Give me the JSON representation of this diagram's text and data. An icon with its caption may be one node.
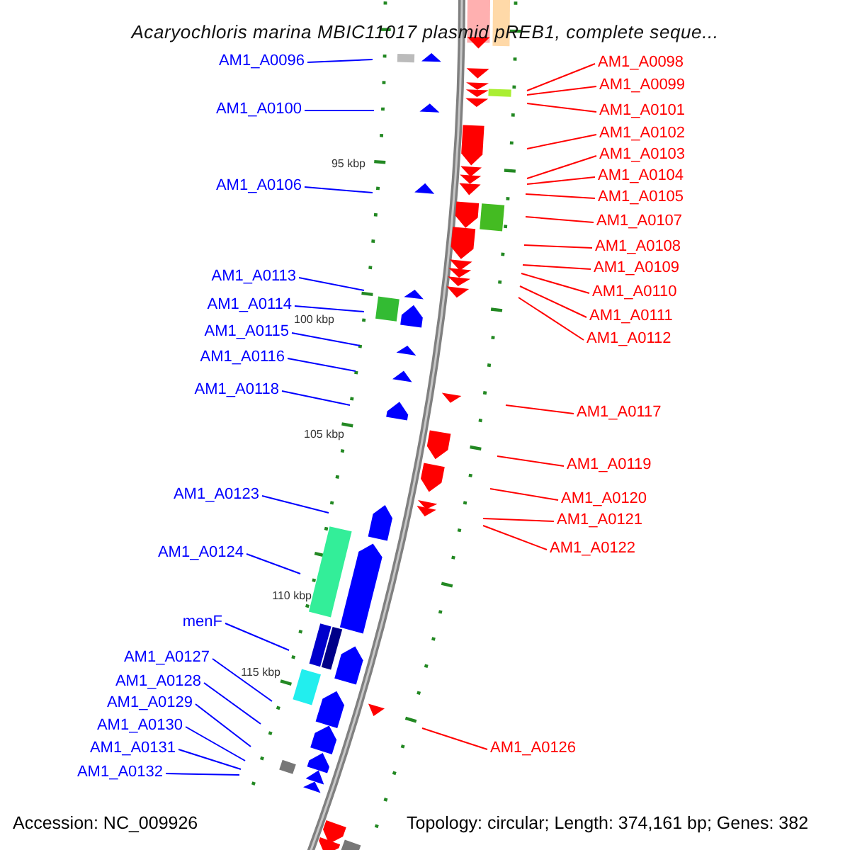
{
  "diagram": {
    "title": "Acaryochloris marina MBIC11017 plasmid pREB1, complete seque...",
    "nodes": [
      {
        "text": [
          "AM1_A0096"
        ]
      },
      {
        "text": [
          "AM1_A0098"
        ]
      },
      {
        "text": [
          "AM1_A0099"
        ]
      },
      {
        "text": [
          "AM1_A0100"
        ]
      },
      {
        "text": [
          "AM1_A0101"
        ]
      },
      {
        "text": [
          "AM1_A0102"
        ]
      },
      {
        "text": [
          "AM1_A0103"
        ]
      },
      {
        "text": [
          "AM1_A0104"
        ]
      },
      {
        "text": [
          "AM1_A0106"
        ]
      },
      {
        "text": [
          "AM1_A0105"
        ]
      },
      {
        "text": [
          "AM1_A0107"
        ]
      },
      {
        "text": [
          "AM1_A0108"
        ]
      },
      {
        "text": [
          "AM1_A0109"
        ]
      },
      {
        "text": [
          "AM1_A0113"
        ]
      },
      {
        "text": [
          "AM1_A0110"
        ]
      },
      {
        "text": [
          "AM1_A0114"
        ]
      },
      {
        "text": [
          "AM1_A0111"
        ]
      },
      {
        "text": [
          "AM1_A0115"
        ]
      },
      {
        "text": [
          "AM1_A0112"
        ]
      },
      {
        "text": [
          "AM1_A0116"
        ]
      },
      {
        "text": [
          "AM1_A0118"
        ]
      },
      {
        "text": [
          "AM1_A0117"
        ]
      },
      {
        "text": [
          "AM1_A0119"
        ]
      },
      {
        "text": [
          "AM1_A0123"
        ]
      },
      {
        "text": [
          "AM1_A0120"
        ]
      },
      {
        "text": [
          "AM1_A0121"
        ]
      },
      {
        "text": [
          "AM1_A0122"
        ]
      },
      {
        "text": [
          "AM1_A0124"
        ]
      },
      {
        "text": [
          "menF"
        ]
      },
      {
        "text": [
          "AM1_A0127"
        ]
      },
      {
        "text": [
          "AM1_A0128"
        ]
      },
      {
        "text": [
          "AM1_A0129"
        ]
      },
      {
        "text": [
          "AM1_A0130"
        ]
      },
      {
        "text": [
          "AM1_A0126"
        ]
      },
      {
        "text": [
          "AM1_A0131"
        ]
      },
      {
        "text": [
          "AM1_A0132"
        ]
      }
    ],
    "edges": [
      {
        "from": 0,
        "to": null,
        "arrow": "none",
        "color": "#0000ff"
      },
      {
        "from": 1,
        "to": null,
        "arrow": "none"
      },
      {
        "from": 2,
        "to": null,
        "arrow": "none"
      },
      {
        "from": 3,
        "to": null,
        "arrow": "none",
        "color": "#0000ff"
      },
      {
        "from": 4,
        "to": null,
        "arrow": "none"
      },
      {
        "from": 5,
        "to": null,
        "arrow": "none"
      },
      {
        "from": 6,
        "to": null,
        "arrow": "none"
      },
      {
        "from": 7,
        "to": null,
        "arrow": "none"
      },
      {
        "from": 8,
        "to": null,
        "arrow": "none",
        "color": "#0000ff"
      },
      {
        "from": 9,
        "to": null,
        "arrow": "none"
      },
      {
        "from": 10,
        "to": null,
        "arrow": "none"
      },
      {
        "from": 11,
        "to": null,
        "arrow": "none"
      },
      {
        "from": 12,
        "to": null,
        "arrow": "none"
      },
      {
        "from": 13,
        "to": null,
        "arrow": "none",
        "color": "#0000ff"
      },
      {
        "from": 14,
        "to": null,
        "arrow": "none"
      },
      {
        "from": 15,
        "to": null,
        "arrow": "none",
        "color": "#0000ff"
      },
      {
        "from": 16,
        "to": null,
        "arrow": "none"
      },
      {
        "from": 17,
        "to": null,
        "arrow": "none",
        "color": "#0000ff"
      },
      {
        "from": 18,
        "to": null,
        "arrow": "none"
      },
      {
        "from": 19,
        "to": null,
        "arrow": "none",
        "color": "#0000ff"
      },
      {
        "from": 20,
        "to": null,
        "arrow": "none",
        "color": "#0000ff"
      },
      {
        "from": 21,
        "to": null,
        "arrow": "none"
      },
      {
        "from": 22,
        "to": null,
        "arrow": "none"
      },
      {
        "from": 23,
        "to": null,
        "arrow": "none",
        "color": "#0000ff"
      },
      {
        "from": 24,
        "to": null,
        "arrow": "none"
      },
      {
        "from": 25,
        "to": null,
        "arrow": "none"
      },
      {
        "from": 26,
        "to": null,
        "arrow": "none"
      },
      {
        "from": 27,
        "to": null,
        "arrow": "none",
        "color": "#0000ff"
      },
      {
        "from": 28,
        "to": null,
        "arrow": "none",
        "color": "#0000ff"
      },
      {
        "from": 29,
        "to": null,
        "arrow": "none",
        "color": "#0000ff"
      },
      {
        "from": 30,
        "to": null,
        "arrow": "none",
        "color": "#0000ff"
      },
      {
        "from": 31,
        "to": null,
        "arrow": "none",
        "color": "#0000ff"
      },
      {
        "from": 32,
        "to": null,
        "arrow": "none",
        "color": "#0000ff"
      },
      {
        "from": 33,
        "to": null,
        "arrow": "none"
      },
      {
        "from": 34,
        "to": null,
        "arrow": "none",
        "color": "#0000ff"
      },
      {
        "from": 35,
        "to": null,
        "arrow": "none",
        "color": "#0000ff"
      }
    ],
    "labels": [
      "95 kbp",
      "100 kbp",
      "105 kbp",
      "110 kbp",
      "115 kbp",
      "Accession: NC_009926",
      "Topology: circular; Length: 374,161 bp; Genes: 382"
    ]
  }
}
